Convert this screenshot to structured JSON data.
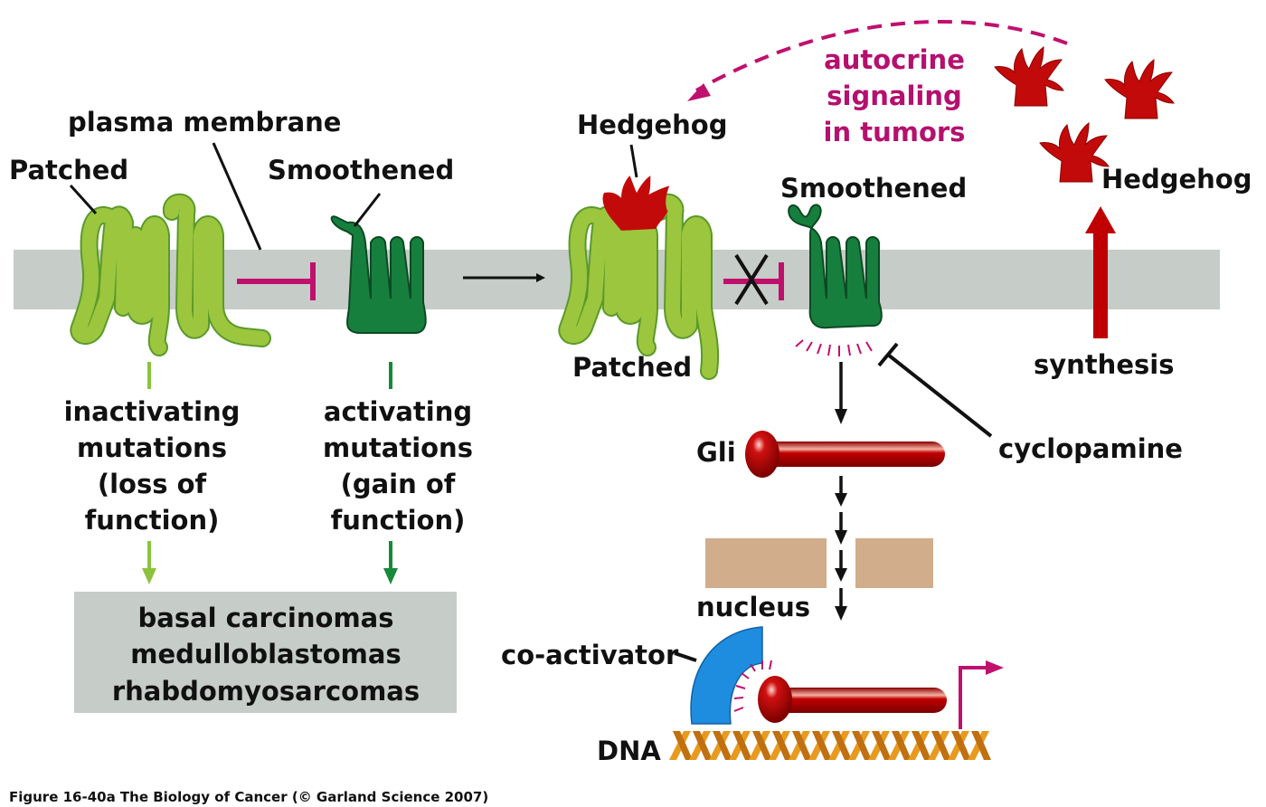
{
  "figure": {
    "caption": "Figure 16-40a  The Biology of Cancer (© Garland Science 2007)"
  },
  "colors": {
    "membrane": "#c6ccc8",
    "patched_fill": "#9cc63e",
    "patched_stroke": "#5a9a2a",
    "smoothened_fill": "#177f3e",
    "smoothened_stroke": "#0b4a22",
    "hedgehog": "#c20a0a",
    "inhibition_magenta": "#c0106e",
    "gli_red": "#c00000",
    "nucleus_tan": "#d1ad8c",
    "coactivator_blue": "#1e8de0",
    "dna_orange": "#e89a1e",
    "tumor_box": "#c6ccc8",
    "light_green_arrow": "#8dc23c",
    "dark_green_arrow": "#178a3a"
  },
  "left_panel": {
    "patched_label": "Patched",
    "plasma_membrane_label": "plasma membrane",
    "smoothened_label": "Smoothened",
    "inactivating": [
      "inactivating",
      "mutations",
      "(loss of",
      "function)"
    ],
    "activating": [
      "activating",
      "mutations",
      "(gain of",
      "function)"
    ],
    "tumors": [
      "basal carcinomas",
      "medulloblastomas",
      "rhabdomyosarcomas"
    ]
  },
  "right_panel": {
    "hedgehog_label": "Hedgehog",
    "patched_label": "Patched",
    "smoothened_label": "Smoothened",
    "autocrine": [
      "autocrine",
      "signaling",
      "in tumors"
    ],
    "hedgehog_secreted_label": "Hedgehog",
    "synthesis_label": "synthesis",
    "gli_label": "Gli",
    "cyclopamine_label": "cyclopamine",
    "nucleus_label": "nucleus",
    "coactivator_label": "co-activator",
    "dna_label": "DNA"
  }
}
